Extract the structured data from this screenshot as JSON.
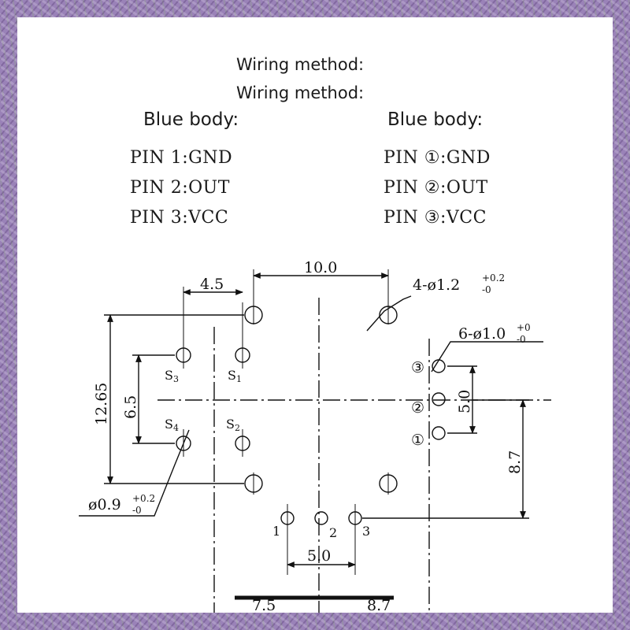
{
  "header": {
    "line1": "Wiring method:",
    "line2": "Wiring method:"
  },
  "left": {
    "title": "Blue body:",
    "pins": [
      "PIN 1:GND",
      "PIN 2:OUT",
      "PIN 3:VCC"
    ]
  },
  "right": {
    "title": "Blue body:",
    "pins": [
      "PIN ①:GND",
      "PIN ②:OUT",
      "PIN ③:VCC"
    ]
  },
  "drawing": {
    "dims": {
      "top_span": "10.0",
      "left_offset": "4.5",
      "height_total": "12.65",
      "shield_spacing": "6.5",
      "pin_spacing_right": "5.0",
      "right_height": "8.7",
      "bottom_spacing": "5.0",
      "bottom_left": "7.5",
      "bottom_right": "8.7"
    },
    "callouts": {
      "large_holes": "4-ø1.2",
      "large_holes_tol_plus": "+0.2",
      "large_holes_tol_minus": "-0",
      "small_holes": "6-ø1.0",
      "small_holes_tol_plus": "+0",
      "small_holes_tol_minus": "-0",
      "shield_hole": "ø0.9",
      "shield_hole_tol_plus": "+0.2",
      "shield_hole_tol_minus": "-0"
    },
    "labels": {
      "s1": "S",
      "s1_sub": "1",
      "s2": "S",
      "s2_sub": "2",
      "s3": "S",
      "s3_sub": "3",
      "s4": "S",
      "s4_sub": "4",
      "right_pin_1": "①",
      "right_pin_2": "②",
      "right_pin_3": "③",
      "bottom_pin_1": "1",
      "bottom_pin_2": "2",
      "bottom_pin_3": "3"
    }
  }
}
